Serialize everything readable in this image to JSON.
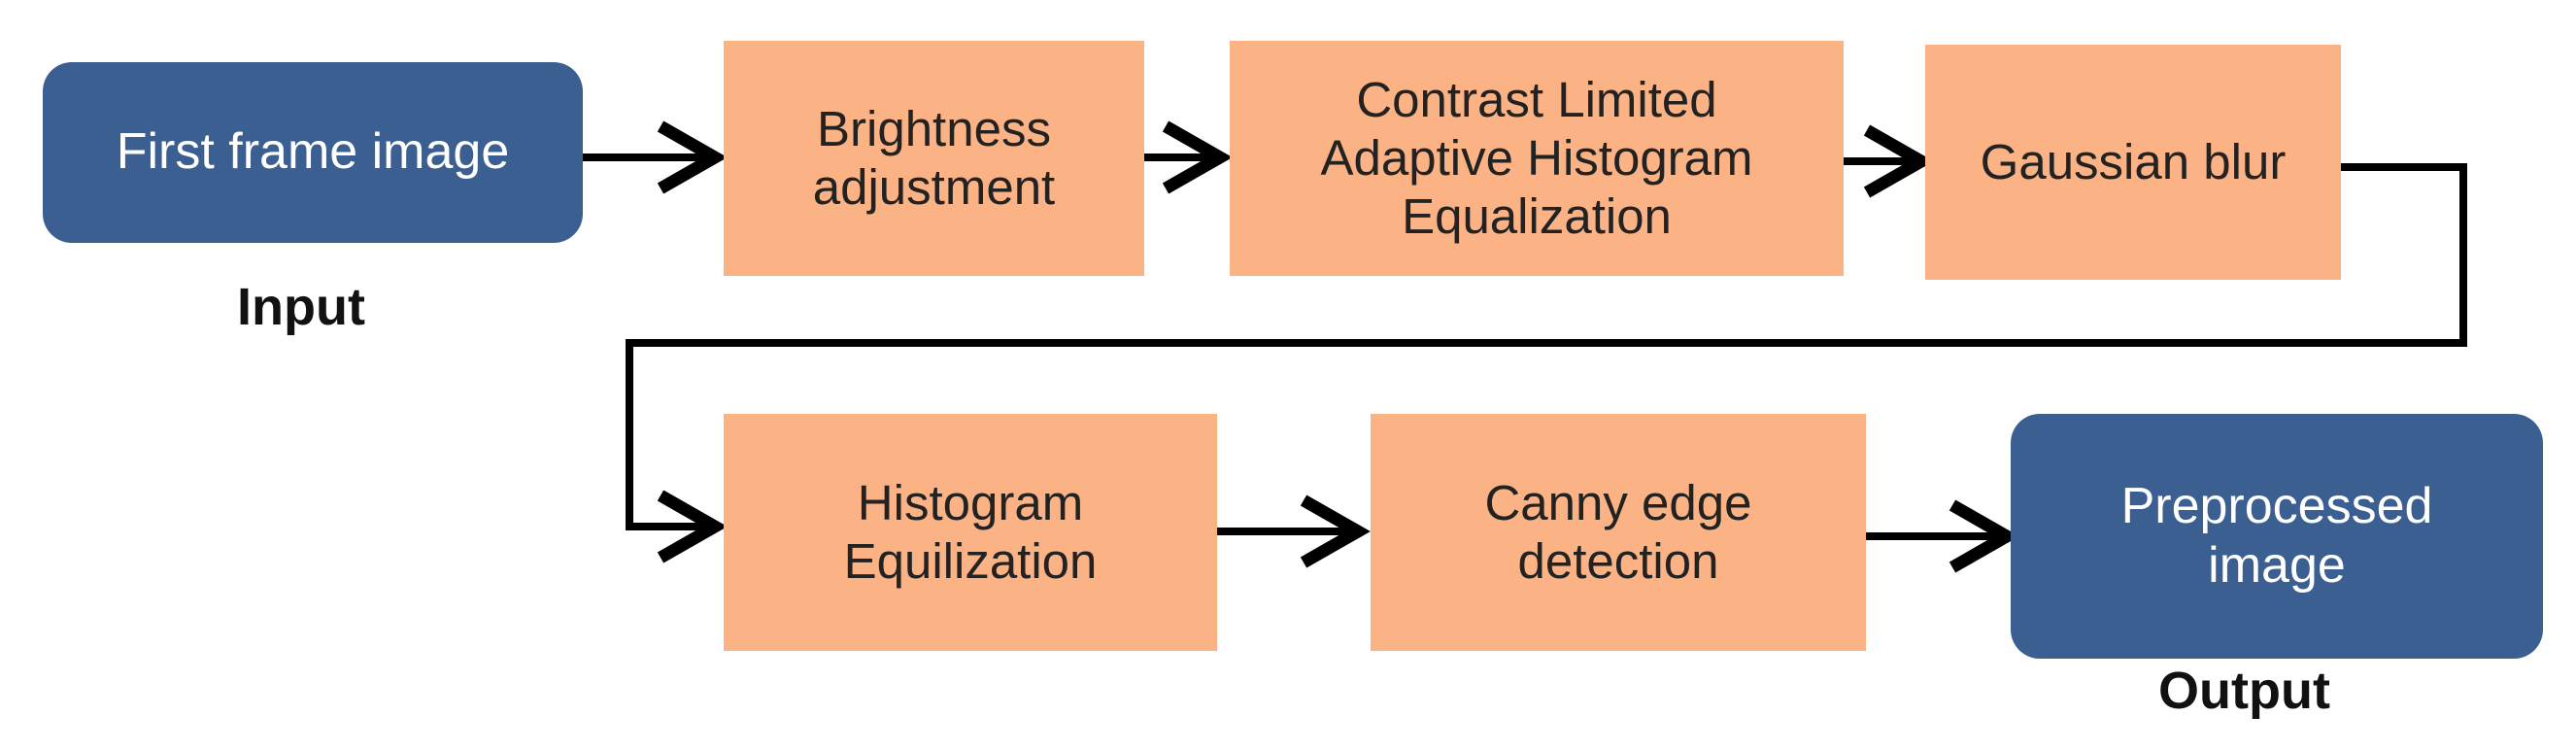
{
  "nodes": {
    "first_frame": "First frame image",
    "brightness": [
      "Brightness",
      "adjustment"
    ],
    "clahe": [
      "Contrast Limited",
      "Adaptive Histogram",
      "Equalization"
    ],
    "gaussian": "Gaussian blur",
    "histogram": [
      "Histogram",
      "Equilization"
    ],
    "canny": [
      "Canny edge",
      "detection"
    ],
    "preprocessed": [
      "Preprocessed",
      "image"
    ]
  },
  "labels": {
    "input": "Input",
    "output": "Output"
  },
  "colors": {
    "terminal_fill": "#3c5f91",
    "step_fill": "#fbb386",
    "connector": "#000000"
  }
}
